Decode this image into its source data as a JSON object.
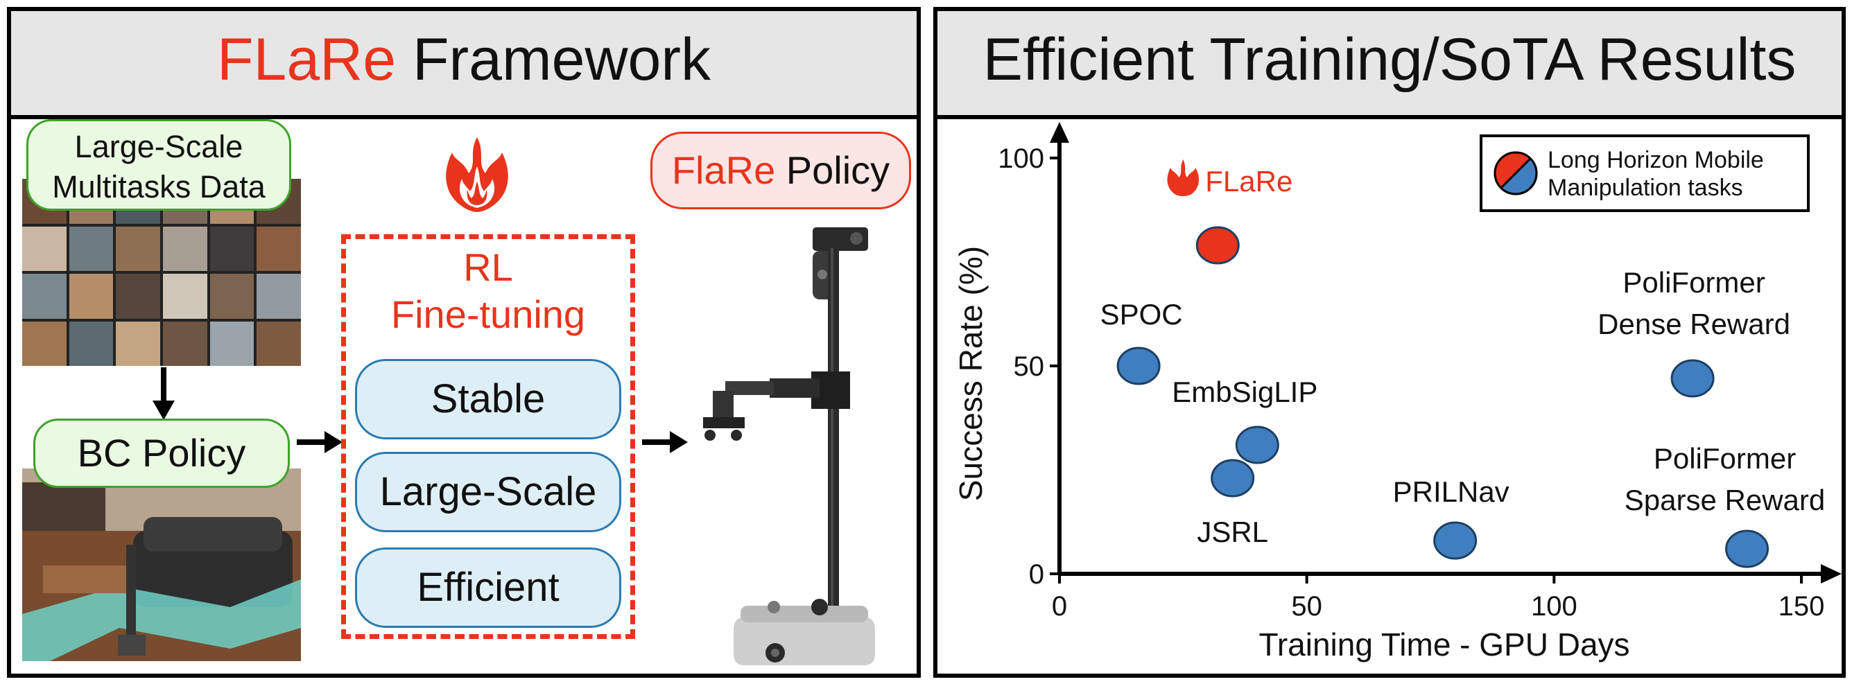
{
  "left_panel": {
    "title_accent": "FLaRe",
    "title_rest": " Framework",
    "data_label_line1": "Large-Scale",
    "data_label_line2": "Multitasks Data",
    "bc_label": "BC Policy",
    "rl_line1": "RL",
    "rl_line2": "Fine-tuning",
    "rl_items": [
      "Stable",
      "Large-Scale",
      "Efficient"
    ],
    "policy_accent": "FlaRe",
    "policy_rest": " Policy"
  },
  "right_panel": {
    "title": "Efficient Training/SoTA Results"
  },
  "colors": {
    "accent_red": "#e8341c",
    "point_blue": "#3f7fbf",
    "green_border": "#3ea32a",
    "blue_border": "#2a7bb0"
  },
  "chart_data": {
    "type": "scatter",
    "xlabel": "Training Time - GPU Days",
    "ylabel": "Success Rate (%)",
    "xlim": [
      0,
      150
    ],
    "ylim": [
      0,
      100
    ],
    "xticks": [
      0,
      50,
      100,
      150
    ],
    "yticks": [
      0,
      50,
      100
    ],
    "legend": {
      "text_line1": "Long Horizon Mobile",
      "text_line2": "Manipulation tasks",
      "position": "top-right"
    },
    "points": [
      {
        "label": "FLaRe",
        "x": 32,
        "y": 79,
        "color": "#e8341c",
        "highlight": true
      },
      {
        "label": "SPOC",
        "x": 16,
        "y": 50,
        "color": "#3f7fbf"
      },
      {
        "label": "EmbSigLIP",
        "x": 40,
        "y": 31,
        "color": "#3f7fbf"
      },
      {
        "label": "JSRL",
        "x": 35,
        "y": 23,
        "color": "#3f7fbf"
      },
      {
        "label": "PRILNav",
        "x": 80,
        "y": 8,
        "color": "#3f7fbf"
      },
      {
        "label_line1": "PoliFormer",
        "label_line2": "Dense Reward",
        "x": 128,
        "y": 47,
        "color": "#3f7fbf"
      },
      {
        "label_line1": "PoliFormer",
        "label_line2": "Sparse Reward",
        "x": 139,
        "y": 6,
        "color": "#3f7fbf"
      }
    ]
  }
}
